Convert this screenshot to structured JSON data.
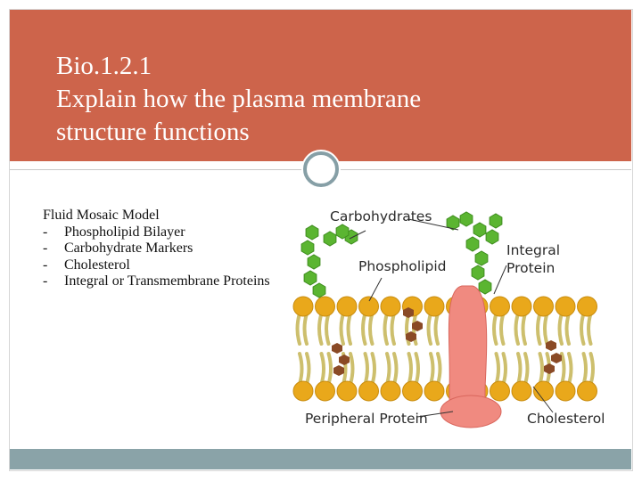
{
  "title": {
    "line1": "Bio.1.2.1",
    "line2": "Explain how the plasma membrane",
    "line3": "structure functions"
  },
  "body": {
    "heading": "Fluid Mosaic Model",
    "bullets": [
      {
        "dash": "-",
        "text": "Phospholipid Bilayer"
      },
      {
        "dash": "-",
        "text": "Carbohydrate Markers"
      },
      {
        "dash": "-",
        "text": "Cholesterol"
      },
      {
        "dash": "-",
        "text": "Integral or Transmembrane Proteins"
      }
    ]
  },
  "diagram": {
    "labels": {
      "carbohydrates": "Carbohydrates",
      "integral1": "Integral",
      "integral2": "Protein",
      "phospholipid": "Phospholipid",
      "peripheral": "Peripheral Protein",
      "cholesterol": "Cholesterol"
    }
  },
  "colors": {
    "header": "#cd644b",
    "ring": "#869fa6",
    "footer": "#8aa3a8",
    "lipid_head": "#e9a81b",
    "lipid_tail": "#f4e9a6",
    "carbohydrate": "#5bb531",
    "protein": "#f08a80",
    "cholesterol": "#8a4a26"
  }
}
